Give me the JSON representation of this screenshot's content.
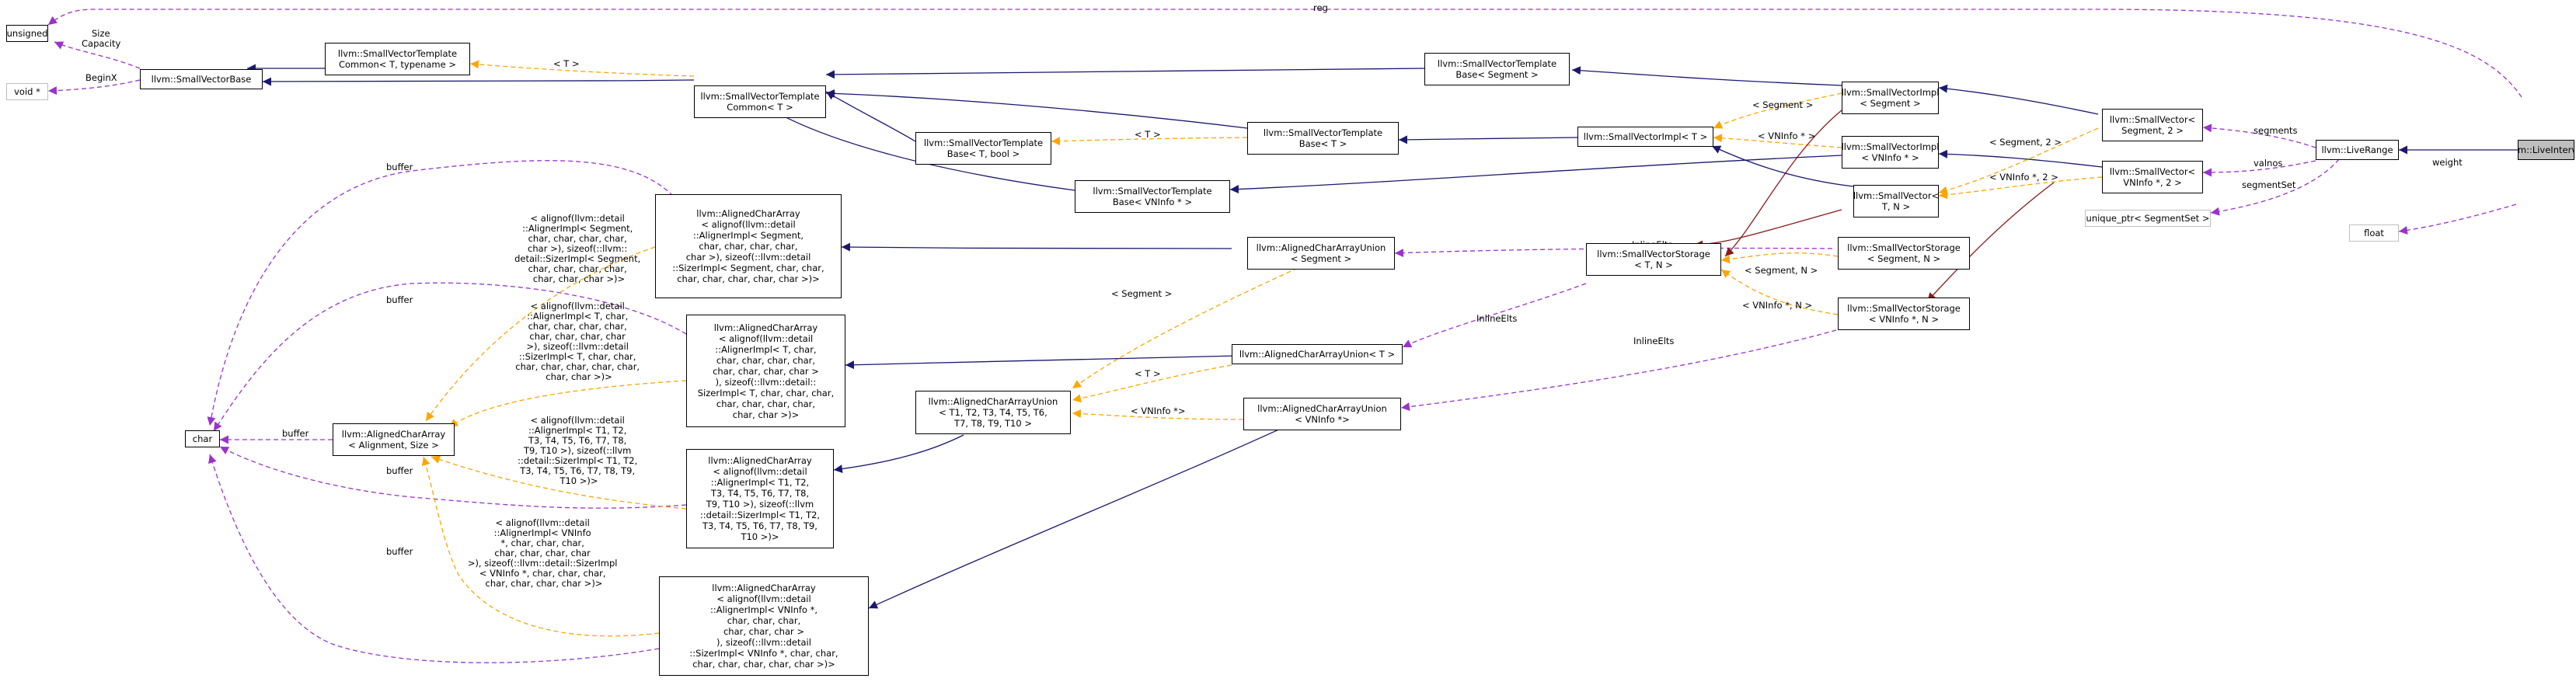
{
  "nodes": {
    "unsigned": {
      "lines": [
        "unsigned"
      ]
    },
    "void_ptr": {
      "lines": [
        "void *"
      ]
    },
    "char": {
      "lines": [
        "char"
      ]
    },
    "float": {
      "lines": [
        "float"
      ]
    },
    "small_vector_base": {
      "lines": [
        "llvm::SmallVectorBase"
      ]
    },
    "svt_common_t_typename": {
      "lines": [
        "llvm::SmallVectorTemplate",
        "Common< T, typename >"
      ]
    },
    "svt_common_t": {
      "lines": [
        "llvm::SmallVectorTemplate",
        "Common< T >"
      ]
    },
    "svt_base_segment": {
      "lines": [
        "llvm::SmallVectorTemplate",
        "Base< Segment >"
      ]
    },
    "svt_base_t_bool": {
      "lines": [
        "llvm::SmallVectorTemplate",
        "Base< T, bool >"
      ]
    },
    "svt_base_t": {
      "lines": [
        "llvm::SmallVectorTemplate",
        "Base< T >"
      ]
    },
    "svt_base_vninfo": {
      "lines": [
        "llvm::SmallVectorTemplate",
        "Base< VNInfo * >"
      ]
    },
    "sv_impl_segment": {
      "lines": [
        "llvm::SmallVectorImpl",
        "< Segment >"
      ]
    },
    "sv_impl_t": {
      "lines": [
        "llvm::SmallVectorImpl< T >"
      ]
    },
    "sv_impl_vninfo": {
      "lines": [
        "llvm::SmallVectorImpl",
        "< VNInfo * >"
      ]
    },
    "small_vector_segment_2": {
      "lines": [
        "llvm::SmallVector<",
        "Segment, 2 >"
      ]
    },
    "small_vector_vninfo_2": {
      "lines": [
        "llvm::SmallVector<",
        "VNInfo *, 2 >"
      ]
    },
    "small_vector_t_n": {
      "lines": [
        "llvm::SmallVector<",
        "T, N >"
      ]
    },
    "live_range": {
      "lines": [
        "llvm::LiveRange"
      ]
    },
    "live_interval": {
      "lines": [
        "llvm::LiveInterval"
      ]
    },
    "unique_ptr_segmentset": {
      "lines": [
        "unique_ptr< SegmentSet >"
      ]
    },
    "svs_segment_n": {
      "lines": [
        "llvm::SmallVectorStorage",
        "< Segment, N >"
      ]
    },
    "svs_t_n": {
      "lines": [
        "llvm::SmallVectorStorage",
        "< T, N >"
      ]
    },
    "svs_vninfo_n": {
      "lines": [
        "llvm::SmallVectorStorage",
        "< VNInfo *, N >"
      ]
    },
    "acau_segment": {
      "lines": [
        "llvm::AlignedCharArrayUnion",
        "< Segment >"
      ]
    },
    "acau_t": {
      "lines": [
        "llvm::AlignedCharArrayUnion< T >"
      ]
    },
    "acau_vninfo": {
      "lines": [
        "llvm::AlignedCharArrayUnion",
        "< VNInfo *>"
      ]
    },
    "acau_t1_t10": {
      "lines": [
        "llvm::AlignedCharArrayUnion",
        "< T1, T2, T3, T4, T5, T6,",
        "T7, T8, T9, T10 >"
      ]
    },
    "aca_alignment_size": {
      "lines": [
        "llvm::AlignedCharArray",
        "< Alignment, Size >"
      ]
    },
    "aca_segment": {
      "lines": [
        "llvm::AlignedCharArray",
        "< alignof(llvm::detail",
        "::AlignerImpl< Segment,",
        "char, char, char, char,",
        "char >), sizeof(::llvm::detail",
        "::SizerImpl< Segment, char, char,",
        "char, char, char, char, char >)>"
      ]
    },
    "aca_t": {
      "lines": [
        "llvm::AlignedCharArray",
        "< alignof(llvm::detail",
        "::AlignerImpl< T, char,",
        "char, char, char, char,",
        "char, char, char, char >",
        "), sizeof(::llvm::detail::",
        "SizerImpl< T, char, char, char,",
        "char, char, char, char,",
        "char, char >)>"
      ]
    },
    "aca_t1_t10": {
      "lines": [
        "llvm::AlignedCharArray",
        "< alignof(llvm::detail",
        "::AlignerImpl< T1, T2,",
        "T3, T4, T5, T6, T7, T8,",
        "T9, T10 >), sizeof(::llvm",
        "::detail::SizerImpl< T1, T2,",
        "T3, T4, T5, T6, T7, T8, T9,",
        "T10 >)>"
      ]
    },
    "aca_vninfo": {
      "lines": [
        "llvm::AlignedCharArray",
        "< alignof(llvm::detail",
        "::AlignerImpl< VNInfo *,",
        "char, char, char,",
        "char, char, char >",
        "), sizeof(::llvm::detail",
        "::SizerImpl< VNInfo *, char, char,",
        "char, char, char, char, char >)>"
      ]
    }
  },
  "edge_labels": {
    "reg": "reg",
    "size_capacity": [
      "Size",
      "Capacity"
    ],
    "beginx": "BeginX",
    "t_param_1": "< T >",
    "t_param_2": "< T >",
    "t_param_3": "< T >",
    "segment_param_1": "< Segment >",
    "segment_param_2": "< Segment >",
    "segment_2_param": "< Segment, 2 >",
    "vninfo_param": "< VNInfo * >",
    "vninfo_2_param": "< VNInfo *, 2 >",
    "segment_n_param": "< Segment, N >",
    "vninfo_n_param": "< VNInfo *, N >",
    "vninfo_ptr_param": "< VNInfo *>",
    "segments": "segments",
    "valnos": "valnos",
    "segmentset": "segmentSet",
    "weight": "weight",
    "inline_elts_1": "InlineElts",
    "inline_elts_2": "InlineElts",
    "inline_elts_3": "InlineElts",
    "buffer_1": "buffer",
    "buffer_2": "buffer",
    "buffer_3": "buffer",
    "buffer_4": "buffer",
    "buffer_5": "buffer",
    "template_aca_segment": [
      "< alignof(llvm::detail",
      "::AlignerImpl< Segment,",
      "char, char, char, char,",
      "char >), sizeof(::llvm::",
      "detail::SizerImpl< Segment,",
      "char, char, char, char,",
      "char, char, char >)>"
    ],
    "template_aca_t": [
      "< alignof(llvm::detail",
      "::AlignerImpl< T, char,",
      "char, char, char, char,",
      "char, char, char, char",
      ">), sizeof(::llvm::detail",
      "::SizerImpl< T, char, char,",
      "char, char, char, char, char,",
      "char, char >)>"
    ],
    "template_aca_t1_t10": [
      "< alignof(llvm::detail",
      "::AlignerImpl< T1, T2,",
      "T3, T4, T5, T6, T7, T8,",
      "T9, T10 >), sizeof(::llvm",
      "::detail::SizerImpl< T1, T2,",
      "T3, T4, T5, T6, T7, T8, T9,",
      "T10 >)>"
    ],
    "template_aca_vninfo": [
      "< alignof(llvm::detail",
      "::AlignerImpl< VNInfo",
      "*, char, char, char,",
      "char, char, char, char",
      ">), sizeof(::llvm::detail::SizerImpl",
      "< VNInfo *, char, char, char,",
      "char, char, char, char >)>"
    ]
  },
  "colors": {
    "inheritance": "#191970",
    "usage": "#9a32cd",
    "template": "#ffa500",
    "storage": "#8b1a1a",
    "external_border": "#bfbfbf",
    "root_fill": "#bfbfbf"
  }
}
